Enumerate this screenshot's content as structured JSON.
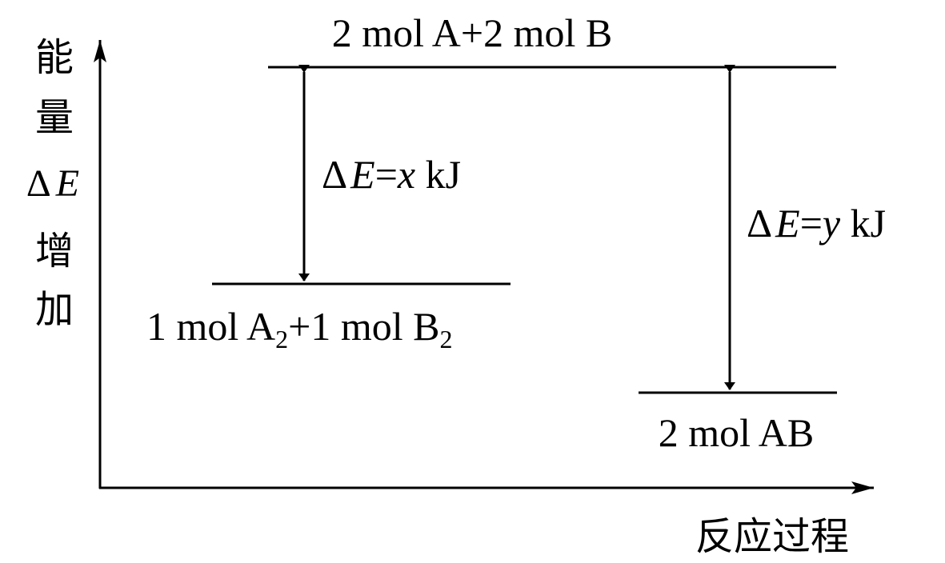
{
  "y_axis": {
    "label_chars": [
      "能",
      "量"
    ],
    "delta_symbol": "Δ",
    "delta_var": "E",
    "label_chars2": [
      "增",
      "加"
    ]
  },
  "x_axis": {
    "label": "反应过程"
  },
  "levels": {
    "top": "2 mol A+2 mol B",
    "middle": {
      "coef1": "1 mol A",
      "sub1": "2",
      "plus": "+1 mol B",
      "sub2": "2"
    },
    "bottom": "2 mol AB"
  },
  "arrows": {
    "x": {
      "delta": "Δ",
      "var": "E",
      "eq": "=",
      "value": "x",
      "unit": " kJ"
    },
    "y": {
      "delta": "Δ",
      "var": "E",
      "eq": "=",
      "value": "y",
      "unit": " kJ"
    }
  }
}
